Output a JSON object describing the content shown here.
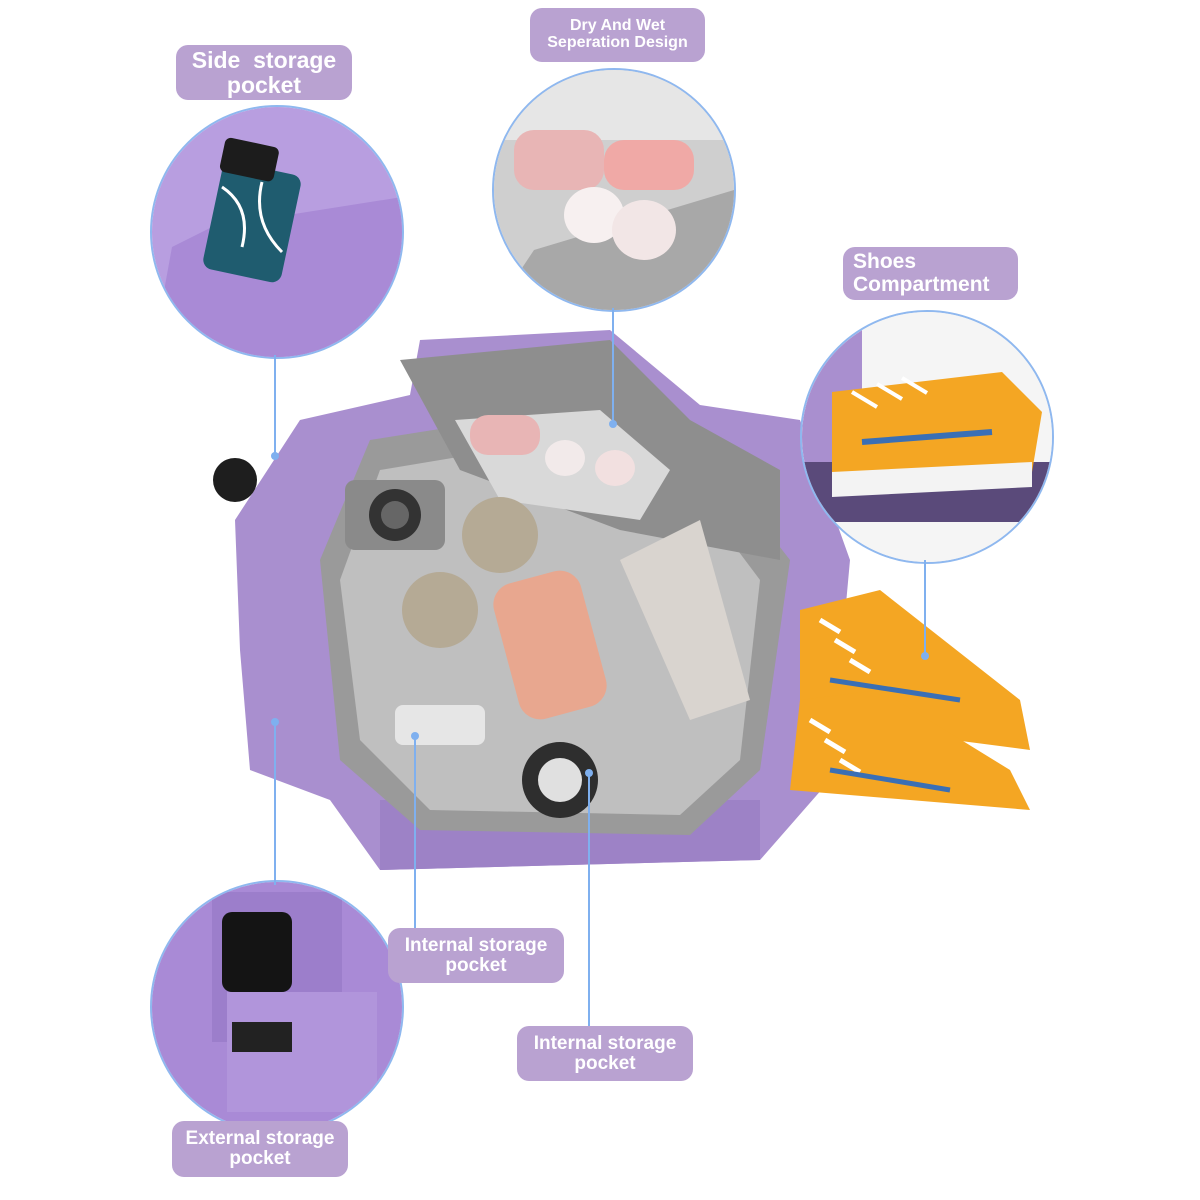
{
  "labels": {
    "side_storage": [
      "Side  storage",
      "pocket"
    ],
    "dry_wet": [
      "Dry And Wet",
      "Seperation Design"
    ],
    "shoes": [
      "Shoes",
      "Compartment"
    ],
    "internal_1": [
      "Internal storage",
      "pocket"
    ],
    "internal_2": [
      "Internal storage",
      "pocket"
    ],
    "external": [
      "External storage",
      "pocket"
    ]
  },
  "colors": {
    "label_bg": "#b9a2d1",
    "leader": "#7fb0ef",
    "bag_purple": "#a98fcf",
    "lining_gray": "#9a9a9a",
    "shoe_orange": "#f4a623"
  }
}
